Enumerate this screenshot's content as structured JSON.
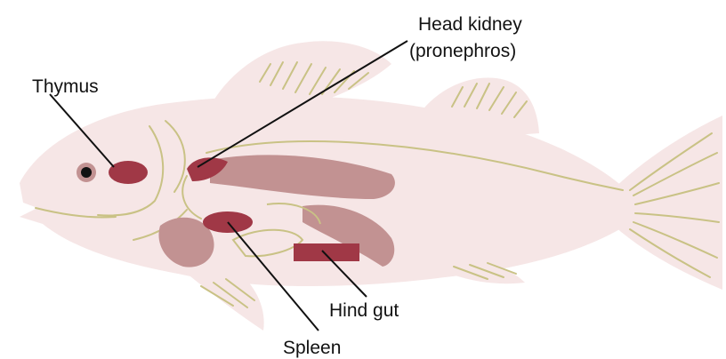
{
  "labels": {
    "thymus": "Thymus",
    "head_kidney_line1": "Head kidney",
    "head_kidney_line2": "(pronephros)",
    "hind_gut": "Hind gut",
    "spleen": "Spleen"
  },
  "colors": {
    "body": "#f6e6e6",
    "fin_line": "#c9c285",
    "organ_dark": "#a03846",
    "organ_light": "#c29292",
    "leader": "#111111"
  }
}
